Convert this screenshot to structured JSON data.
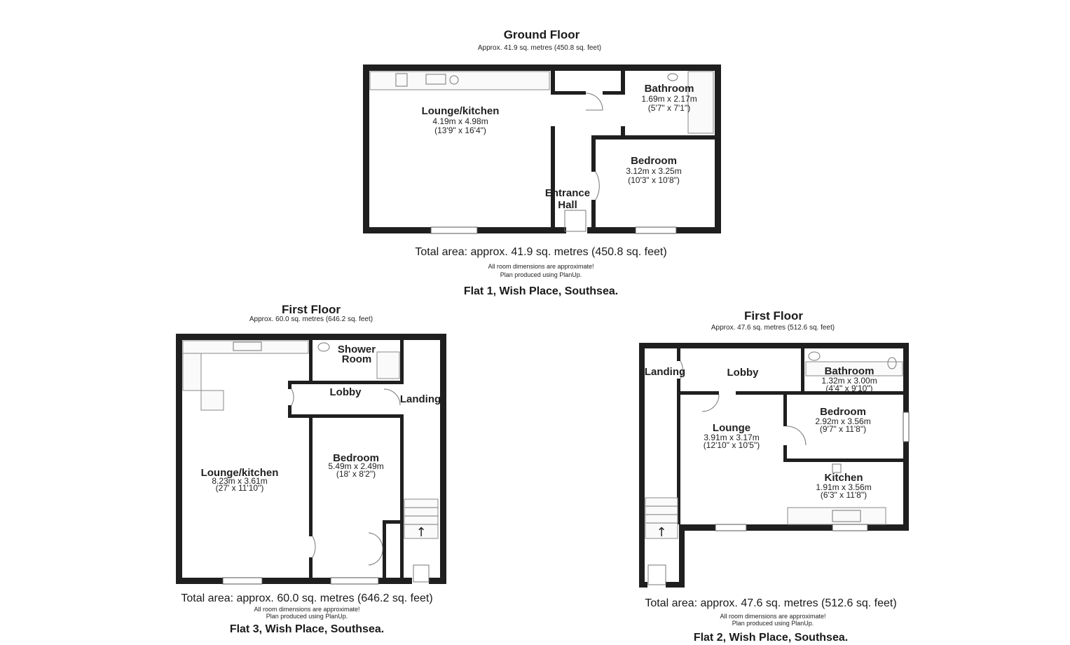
{
  "flat1": {
    "floor_title": "Ground Floor",
    "floor_area": "Approx. 41.9 sq. metres (450.8 sq. feet)",
    "rooms": {
      "lounge_kitchen": {
        "name": "Lounge/kitchen",
        "dim_m": "4.19m x 4.98m",
        "dim_ft": "(13'9\" x 16'4\")"
      },
      "bathroom": {
        "name": "Bathroom",
        "dim_m": "1.69m x 2.17m",
        "dim_ft": "(5'7\" x 7'1\")"
      },
      "bedroom": {
        "name": "Bedroom",
        "dim_m": "3.12m x 3.25m",
        "dim_ft": "(10'3\" x 10'8\")"
      },
      "entrance_hall": {
        "name_line1": "Entrance",
        "name_line2": "Hall"
      }
    },
    "total_area": "Total area: approx. 41.9 sq. metres (450.8 sq. feet)",
    "note1": "All room dimensions are approximate!",
    "note2": "Plan produced using PlanUp.",
    "address": "Flat 1, Wish Place, Southsea."
  },
  "flat3": {
    "floor_title": "First Floor",
    "floor_area": "Approx. 60.0 sq. metres (646.2 sq. feet)",
    "rooms": {
      "shower_room": {
        "name_line1": "Shower",
        "name_line2": "Room"
      },
      "lobby": {
        "name": "Lobby"
      },
      "landing": {
        "name": "Landing"
      },
      "lounge_kitchen": {
        "name": "Lounge/kitchen",
        "dim_m": "8.23m x 3.61m",
        "dim_ft": "(27' x 11'10\")"
      },
      "bedroom": {
        "name": "Bedroom",
        "dim_m": "5.49m x 2.49m",
        "dim_ft": "(18' x 8'2\")"
      }
    },
    "total_area": "Total area: approx. 60.0 sq. metres (646.2 sq. feet)",
    "note1": "All room dimensions are approximate!",
    "note2": "Plan produced using PlanUp.",
    "address": "Flat 3, Wish Place, Southsea."
  },
  "flat2": {
    "floor_title": "First Floor",
    "floor_area": "Approx. 47.6 sq. metres (512.6 sq. feet)",
    "rooms": {
      "landing": {
        "name": "Landing"
      },
      "lobby": {
        "name": "Lobby"
      },
      "bathroom": {
        "name": "Bathroom",
        "dim_m": "1.32m x 3.00m",
        "dim_ft": "(4'4\" x 9'10\")"
      },
      "bedroom": {
        "name": "Bedroom",
        "dim_m": "2.92m x 3.56m",
        "dim_ft": "(9'7\" x 11'8\")"
      },
      "lounge": {
        "name": "Lounge",
        "dim_m": "3.91m x 3.17m",
        "dim_ft": "(12'10\" x 10'5\")"
      },
      "kitchen": {
        "name": "Kitchen",
        "dim_m": "1.91m x 3.56m",
        "dim_ft": "(6'3\" x 11'8\")"
      }
    },
    "total_area": "Total area: approx. 47.6 sq. metres (512.6 sq. feet)",
    "note1": "All room dimensions are approximate!",
    "note2": "Plan produced using PlanUp.",
    "address": "Flat 2, Wish Place, Southsea."
  }
}
